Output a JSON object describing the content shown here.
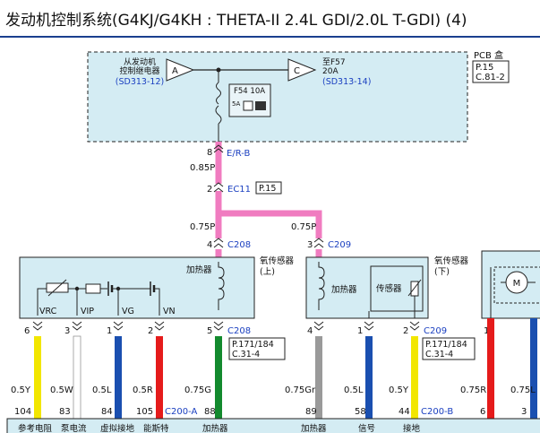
{
  "title": "发动机控制系统(G4KJ/G4KH : THETA-II 2.4L GDI/2.0L T-GDI) (4)",
  "pcb": {
    "label": "PCB 盒",
    "page_ref_1": "P.15",
    "page_ref_2": "C.81-2",
    "from_label_1": "从发动机",
    "from_label_2": "控制继电器",
    "from_ref": "(SD313-12)",
    "arrow_a": "A",
    "arrow_c": "C",
    "to_label_1": "至F57",
    "to_label_2": "20A",
    "to_ref": "(SD313-14)",
    "fuse_name": "F54 10A",
    "fuse_small": "5A"
  },
  "wires": {
    "pin_top": "8",
    "wire_er_b": "E/R-B",
    "wire_085p": "0.85P",
    "ec11_pin": "2",
    "ec11": "EC11",
    "ec11_ref": "P.15",
    "wire_075p_left": "0.75P",
    "wire_075p_right": "0.75P",
    "c208_top_pin": "4",
    "c208_top": "C208",
    "c209_top_pin": "3",
    "c209_top": "C209"
  },
  "sensor_up": {
    "title_1": "氧传感器",
    "title_2": "(上)",
    "heater": "加热器",
    "vrc": "VRC",
    "vip": "VIP",
    "vg": "VG",
    "vn": "VN",
    "pins": [
      "6",
      "3",
      "1",
      "2",
      "5"
    ],
    "conn": "C208",
    "ref_1": "P.171/184",
    "ref_2": "C.31-4"
  },
  "sensor_down": {
    "title_1": "氧传感器",
    "title_2": "(下)",
    "heater": "加热器",
    "sensor": "传感器",
    "pins": [
      "4",
      "1",
      "2"
    ],
    "conn": "C209",
    "ref_1": "P.171/184",
    "ref_2": "C.31-4"
  },
  "motor_box": {
    "symbol": "M",
    "pin": "1"
  },
  "bottom_wires": {
    "sizes": [
      "0.5Y",
      "0.5W",
      "0.5L",
      "0.5R",
      "0.75G",
      "0.75Gr",
      "0.5L",
      "0.5Y",
      "0.75R",
      "0.75L"
    ],
    "pins_left": [
      "104",
      "83",
      "84",
      "105",
      "88"
    ],
    "conn_a": "C200-A",
    "pins_right": [
      "89",
      "58",
      "44"
    ],
    "conn_b": "C200-B",
    "pins_far": [
      "6",
      "3"
    ]
  },
  "bottom_labels": [
    "参考电阻",
    "泵电流",
    "虚拟接地",
    "能斯特",
    "加热器",
    "加热器",
    "信号",
    "接地"
  ],
  "colors": {
    "pink": "#f07cc0",
    "yellow": "#f2e600",
    "blue": "#1a4fb0",
    "red": "#e51b1b",
    "green": "#138a2e",
    "grey": "#9a9a9a",
    "white_wire": "#ffffff",
    "box_fill": "#d4ecf3",
    "label_blue": "#1a3fc0"
  }
}
